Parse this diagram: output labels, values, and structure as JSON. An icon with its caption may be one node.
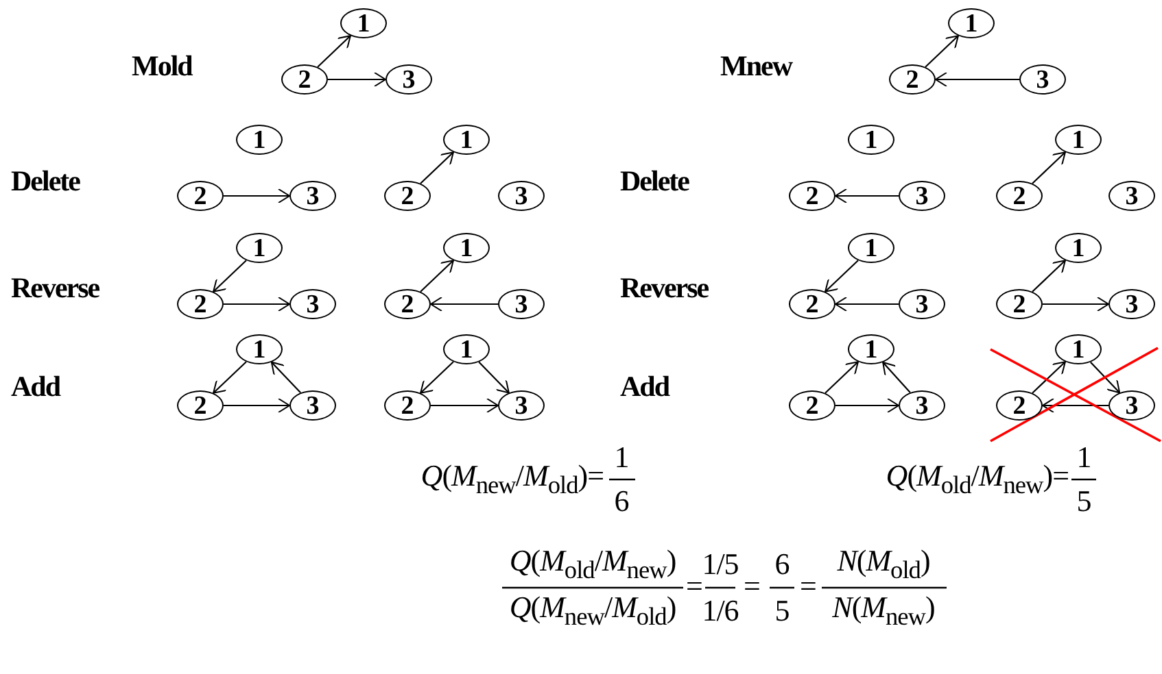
{
  "diagram": {
    "nodes": [
      {
        "text": [
          "1"
        ]
      },
      {
        "text": [
          "2"
        ]
      },
      {
        "text": [
          "3"
        ]
      },
      {
        "text": [
          "1"
        ]
      },
      {
        "text": [
          "2"
        ]
      },
      {
        "text": [
          "3"
        ]
      },
      {
        "text": [
          "1"
        ]
      },
      {
        "text": [
          "2"
        ]
      },
      {
        "text": [
          "3"
        ]
      },
      {
        "text": [
          "1"
        ]
      },
      {
        "text": [
          "2"
        ]
      },
      {
        "text": [
          "3"
        ]
      },
      {
        "text": [
          "1"
        ]
      },
      {
        "text": [
          "2"
        ]
      },
      {
        "text": [
          "3"
        ]
      },
      {
        "text": [
          "1"
        ]
      },
      {
        "text": [
          "2"
        ]
      },
      {
        "text": [
          "3"
        ]
      },
      {
        "text": [
          "1"
        ]
      },
      {
        "text": [
          "2"
        ]
      },
      {
        "text": [
          "3"
        ]
      },
      {
        "text": [
          "1"
        ]
      },
      {
        "text": [
          "2"
        ]
      },
      {
        "text": [
          "3"
        ]
      },
      {
        "text": [
          "1"
        ]
      },
      {
        "text": [
          "2"
        ]
      },
      {
        "text": [
          "3"
        ]
      },
      {
        "text": [
          "1"
        ]
      },
      {
        "text": [
          "2"
        ]
      },
      {
        "text": [
          "3"
        ]
      },
      {
        "text": [
          "1"
        ]
      },
      {
        "text": [
          "2"
        ]
      },
      {
        "text": [
          "3"
        ]
      },
      {
        "text": [
          "1"
        ]
      },
      {
        "text": [
          "2"
        ]
      },
      {
        "text": [
          "3"
        ]
      },
      {
        "text": [
          "1"
        ]
      },
      {
        "text": [
          "2"
        ]
      },
      {
        "text": [
          "3"
        ]
      },
      {
        "text": [
          "1"
        ]
      },
      {
        "text": [
          "2"
        ]
      },
      {
        "text": [
          "3"
        ]
      }
    ],
    "edges": [
      {
        "from": 1,
        "to": 0,
        "arrow": "to"
      },
      {
        "from": 1,
        "to": 2,
        "arrow": "to"
      },
      {
        "from": 4,
        "to": 3,
        "arrow": "to"
      },
      {
        "from": 5,
        "to": 4,
        "arrow": "to"
      },
      {
        "from": 7,
        "to": 8,
        "arrow": "to"
      },
      {
        "from": 10,
        "to": 9,
        "arrow": "to"
      },
      {
        "from": 14,
        "to": 13,
        "arrow": "to"
      },
      {
        "from": 16,
        "to": 15,
        "arrow": "to"
      },
      {
        "from": 18,
        "to": 19,
        "arrow": "to"
      },
      {
        "from": 19,
        "to": 20,
        "arrow": "to"
      },
      {
        "from": 22,
        "to": 21,
        "arrow": "to"
      },
      {
        "from": 23,
        "to": 22,
        "arrow": "to"
      },
      {
        "from": 24,
        "to": 25,
        "arrow": "to"
      },
      {
        "from": 26,
        "to": 25,
        "arrow": "to"
      },
      {
        "from": 28,
        "to": 27,
        "arrow": "to"
      },
      {
        "from": 28,
        "to": 29,
        "arrow": "to"
      },
      {
        "from": 30,
        "to": 31,
        "arrow": "to"
      },
      {
        "from": 31,
        "to": 32,
        "arrow": "to"
      },
      {
        "from": 32,
        "to": 30,
        "arrow": "to"
      },
      {
        "from": 33,
        "to": 34,
        "arrow": "to"
      },
      {
        "from": 34,
        "to": 35,
        "arrow": "to"
      },
      {
        "from": 33,
        "to": 35,
        "arrow": "to"
      },
      {
        "from": 37,
        "to": 36,
        "arrow": "to"
      },
      {
        "from": 37,
        "to": 38,
        "arrow": "to"
      },
      {
        "from": 38,
        "to": 36,
        "arrow": "to"
      },
      {
        "from": 40,
        "to": 39,
        "arrow": "to"
      },
      {
        "from": 39,
        "to": 41,
        "arrow": "to"
      },
      {
        "from": 41,
        "to": 40,
        "arrow": "to"
      }
    ],
    "labels": [
      "Mold",
      "Mnew",
      "Delete",
      "Delete",
      "Reverse",
      "Reverse",
      "Add",
      "Add",
      "*Q*(*M*$_{new}$/*M*$_{old}$)=",
      "1",
      "6",
      "*Q*(*M*$_{old}$/*M*$_{new}$)=",
      "1",
      "5",
      "*Q*(*M*$_{old}$/*M*$_{new}$)",
      "1/5",
      "6",
      "*N*(*M*$_{old}$)",
      "=",
      "=",
      "=",
      "*Q*(*M*$_{new}$/*M*$_{old}$)",
      "1/6",
      "5",
      "*N*(*M*$_{new}$)"
    ]
  }
}
